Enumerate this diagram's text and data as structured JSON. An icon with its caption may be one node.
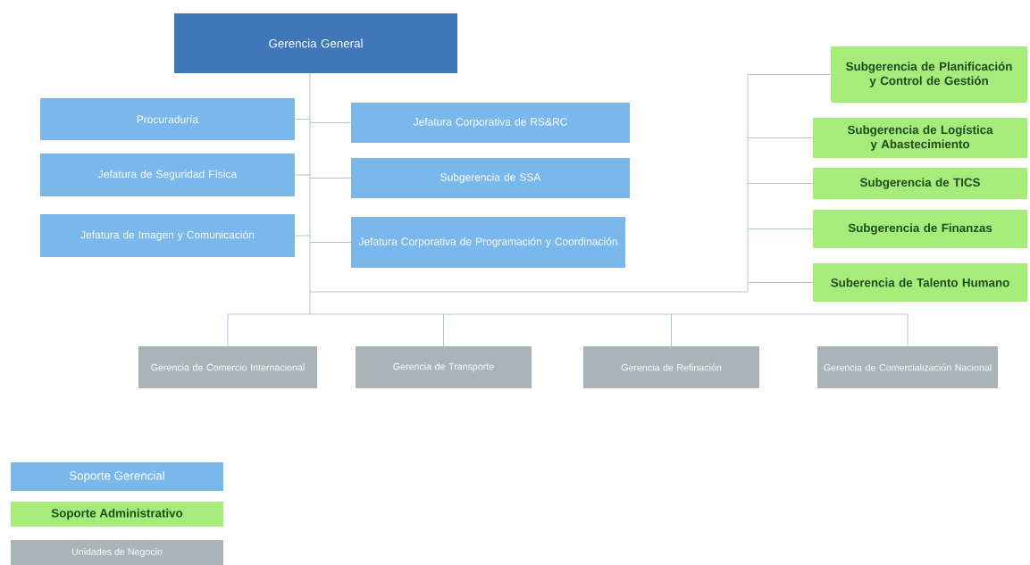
{
  "diagram": {
    "nodes": [
      {
        "text": [
          "Gerencia General"
        ]
      },
      {
        "text": [
          "Procuraduría"
        ]
      },
      {
        "text": [
          "Jefatura Corporativa de RS&RC"
        ]
      },
      {
        "text": [
          "Jefatura de Seguridad Física"
        ]
      },
      {
        "text": [
          "Subgerencia de SSA"
        ]
      },
      {
        "text": [
          "Jefatura de Imagen y Comunicación"
        ]
      },
      {
        "text": [
          "Jefatura Corporativa de Programación y Coordinación"
        ]
      },
      {
        "text": [
          "Subgerencia de Planificación y Control de Gestión"
        ]
      },
      {
        "text": [
          "Subgerencia de Logística y Abastecimiento"
        ]
      },
      {
        "text": [
          "Subgerencia de TICS"
        ]
      },
      {
        "text": [
          "Subgerencia de Finanzas"
        ]
      },
      {
        "text": [
          "Suberencia de Talento Humano"
        ]
      },
      {
        "text": [
          "Gerencia de Comercio Internacional"
        ]
      },
      {
        "text": [
          "Gerencia de Transporte"
        ]
      },
      {
        "text": [
          "Gerencia de Refinación"
        ]
      },
      {
        "text": [
          "Gerencia de Comercialización Nacional"
        ]
      }
    ],
    "edges": [
      {
        "from": 0,
        "to": 1,
        "arrow": "none"
      },
      {
        "from": 0,
        "to": 2,
        "arrow": "none"
      },
      {
        "from": 0,
        "to": 3,
        "arrow": "none"
      },
      {
        "from": 0,
        "to": 4,
        "arrow": "none"
      },
      {
        "from": 0,
        "to": 5,
        "arrow": "none"
      },
      {
        "from": 0,
        "to": 6,
        "arrow": "none"
      },
      {
        "from": 0,
        "to": 7,
        "arrow": "none"
      },
      {
        "from": 0,
        "to": 8,
        "arrow": "none"
      },
      {
        "from": 0,
        "to": 9,
        "arrow": "none"
      },
      {
        "from": 0,
        "to": 10,
        "arrow": "none"
      },
      {
        "from": 0,
        "to": 11,
        "arrow": "none"
      },
      {
        "from": 0,
        "to": 12,
        "arrow": "none"
      },
      {
        "from": 0,
        "to": 13,
        "arrow": "none"
      },
      {
        "from": 0,
        "to": 14,
        "arrow": "none"
      },
      {
        "from": 0,
        "to": 15,
        "arrow": "none"
      }
    ],
    "legend": [
      {
        "text": "Soporte Gerencial",
        "color": "#7ab8ec"
      },
      {
        "text": "Soporte Administrativo",
        "color": "#a6ec7a"
      },
      {
        "text": "Unidades de Negocio",
        "color": "#a9b4b8"
      }
    ]
  }
}
